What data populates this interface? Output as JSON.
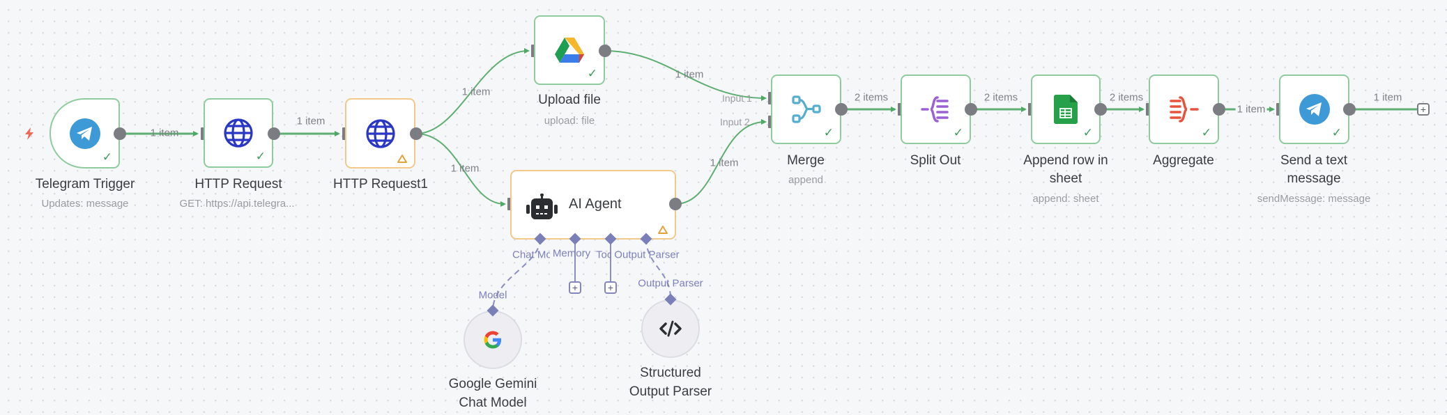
{
  "canvas": {
    "colors": {
      "success_border": "#8fcb9f",
      "warning_border": "#f2c98a",
      "edge": "#5fae73",
      "subnode_connector": "#7b7fb8",
      "handle": "#7b7d82"
    }
  },
  "nodes": [
    {
      "id": "telegram-trigger",
      "title": "Telegram Trigger",
      "subtitle": "Updates: message",
      "icon": "telegram-icon",
      "status": "success"
    },
    {
      "id": "http-request",
      "title": "HTTP Request",
      "subtitle": "GET: https://api.telegra...",
      "icon": "globe-icon",
      "status": "success"
    },
    {
      "id": "http-request1",
      "title": "HTTP Request1",
      "subtitle": "",
      "icon": "globe-icon",
      "status": "warning"
    },
    {
      "id": "upload-file",
      "title": "Upload file",
      "subtitle": "upload: file",
      "icon": "google-drive-icon",
      "status": "success"
    },
    {
      "id": "ai-agent",
      "title": "AI Agent",
      "subtitle": "",
      "icon": "robot-icon",
      "status": "warning"
    },
    {
      "id": "merge",
      "title": "Merge",
      "subtitle": "append",
      "icon": "merge-icon",
      "status": "success"
    },
    {
      "id": "split-out",
      "title": "Split Out",
      "subtitle": "",
      "icon": "split-out-icon",
      "status": "success"
    },
    {
      "id": "append-row",
      "title_line1": "Append row in",
      "title_line2": "sheet",
      "subtitle": "append: sheet",
      "icon": "google-sheets-icon",
      "status": "success"
    },
    {
      "id": "aggregate",
      "title": "Aggregate",
      "subtitle": "",
      "icon": "aggregate-icon",
      "status": "success"
    },
    {
      "id": "send-text",
      "title_line1": "Send a text",
      "title_line2": "message",
      "subtitle": "sendMessage: message",
      "icon": "telegram-icon",
      "status": "success"
    }
  ],
  "subnodes": [
    {
      "id": "gemini",
      "title_line1": "Google Gemini",
      "title_line2": "Chat Model",
      "icon": "google-icon",
      "connector_label": "Model"
    },
    {
      "id": "parser",
      "title_line1": "Structured",
      "title_line2": "Output Parser",
      "icon": "code-icon",
      "connector_label": "Output Parser"
    }
  ],
  "agent_ports": [
    "Chat Mod",
    "Memory",
    "Tool",
    "Output Parser"
  ],
  "merge_inputs": [
    "Input 1",
    "Input 2"
  ],
  "edges": [
    {
      "from": "telegram-trigger",
      "to": "http-request",
      "label": "1 item"
    },
    {
      "from": "http-request",
      "to": "http-request1",
      "label": "1 item"
    },
    {
      "from": "http-request1",
      "to": "upload-file",
      "label": "1 item"
    },
    {
      "from": "http-request1",
      "to": "ai-agent",
      "label": "1 item"
    },
    {
      "from": "upload-file",
      "to": "merge",
      "label": "1 item"
    },
    {
      "from": "ai-agent",
      "to": "merge",
      "label": "1 item"
    },
    {
      "from": "merge",
      "to": "split-out",
      "label": "2 items"
    },
    {
      "from": "split-out",
      "to": "append-row",
      "label": "2 items"
    },
    {
      "from": "append-row",
      "to": "aggregate",
      "label": "2 items"
    },
    {
      "from": "aggregate",
      "to": "send-text",
      "label": "1 item"
    },
    {
      "from": "send-text",
      "to": "end",
      "label": "1 item"
    }
  ],
  "end_plus": "+",
  "port_plus": "+"
}
